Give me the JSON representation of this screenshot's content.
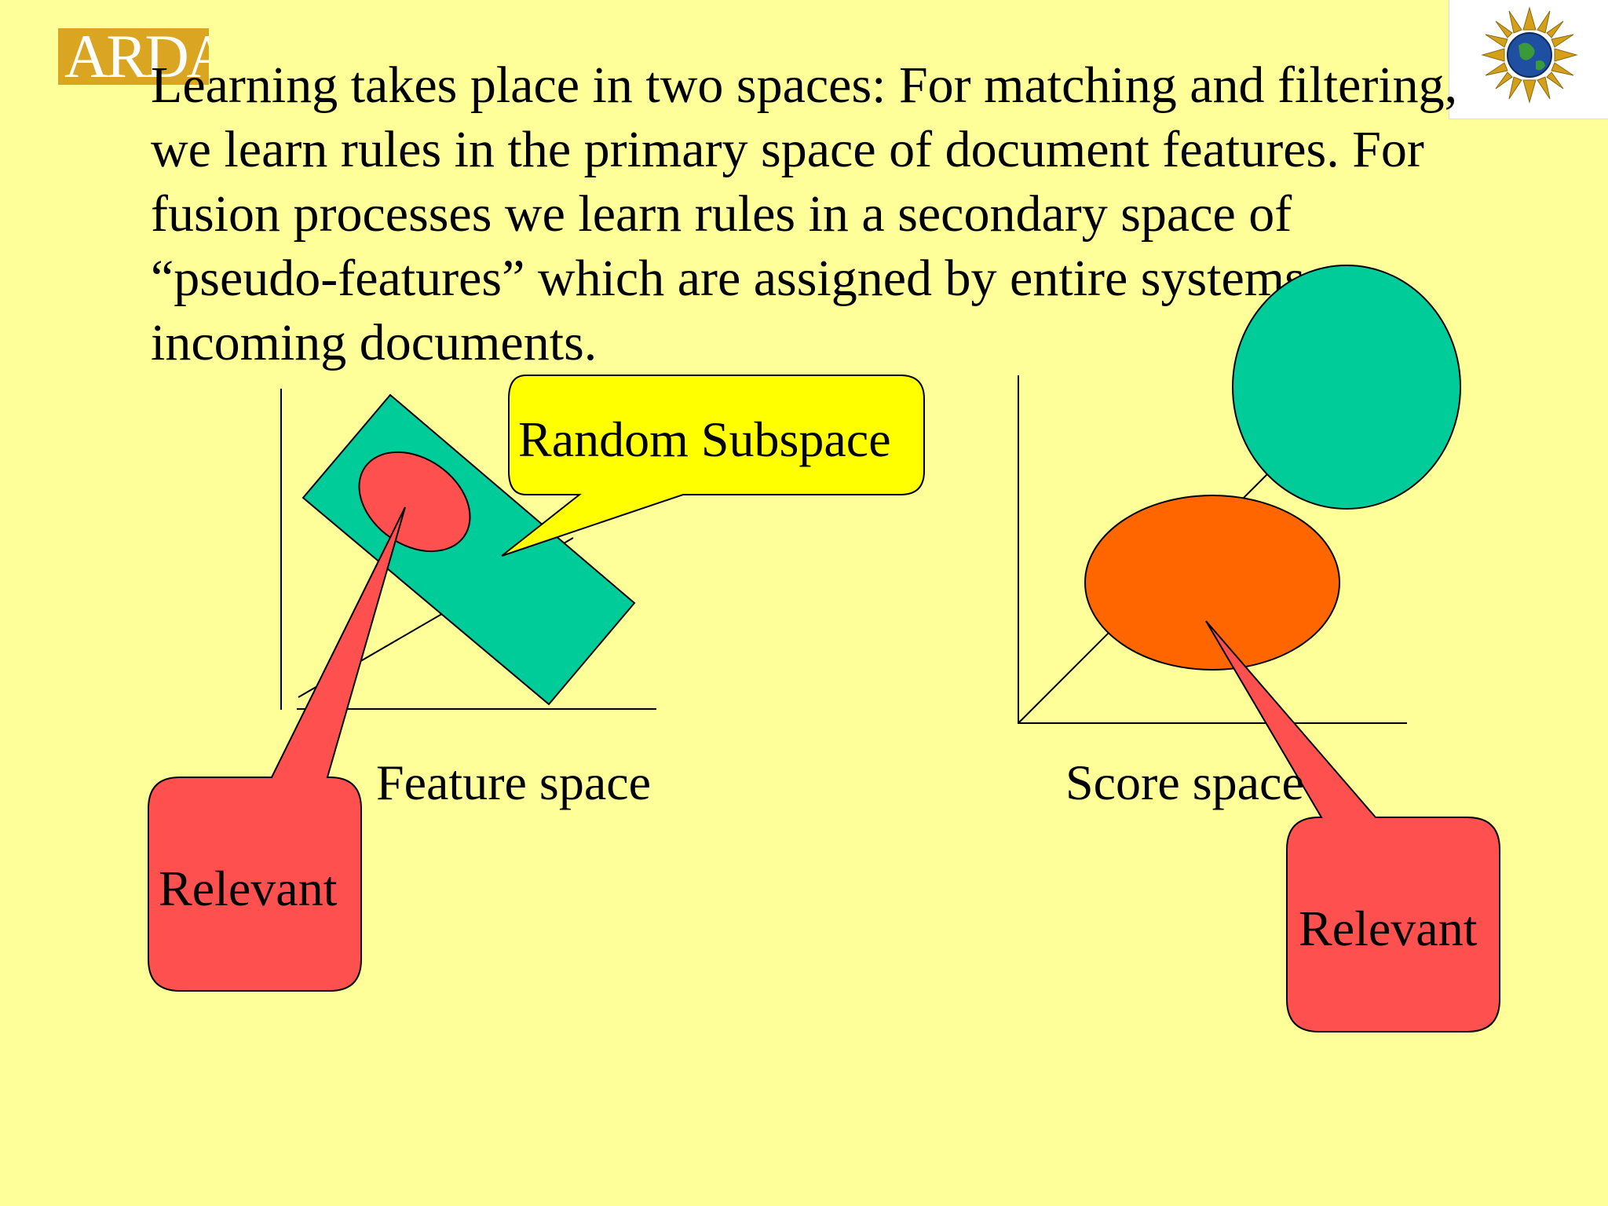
{
  "logos": {
    "arda_text": "ARDA"
  },
  "body_text": "Learning takes place in two spaces: For matching and filtering, we learn rules in the primary space of document features. For fusion processes we learn rules in a secondary space of “pseudo-features” which are assigned by entire systems, to incoming documents.",
  "diagram": {
    "callout_random_subspace": "Random Subspace",
    "feature_space_caption": "Feature space",
    "score_space_caption": "Score space",
    "relevant_left": "Relevant",
    "relevant_right": "Relevant"
  },
  "colors": {
    "background": "#FFFF99",
    "teal": "#00CC99",
    "red": "#FF5050",
    "orange": "#FF6600",
    "yellow_callout": "#FFFF00",
    "arda_gold": "#DAA520"
  }
}
